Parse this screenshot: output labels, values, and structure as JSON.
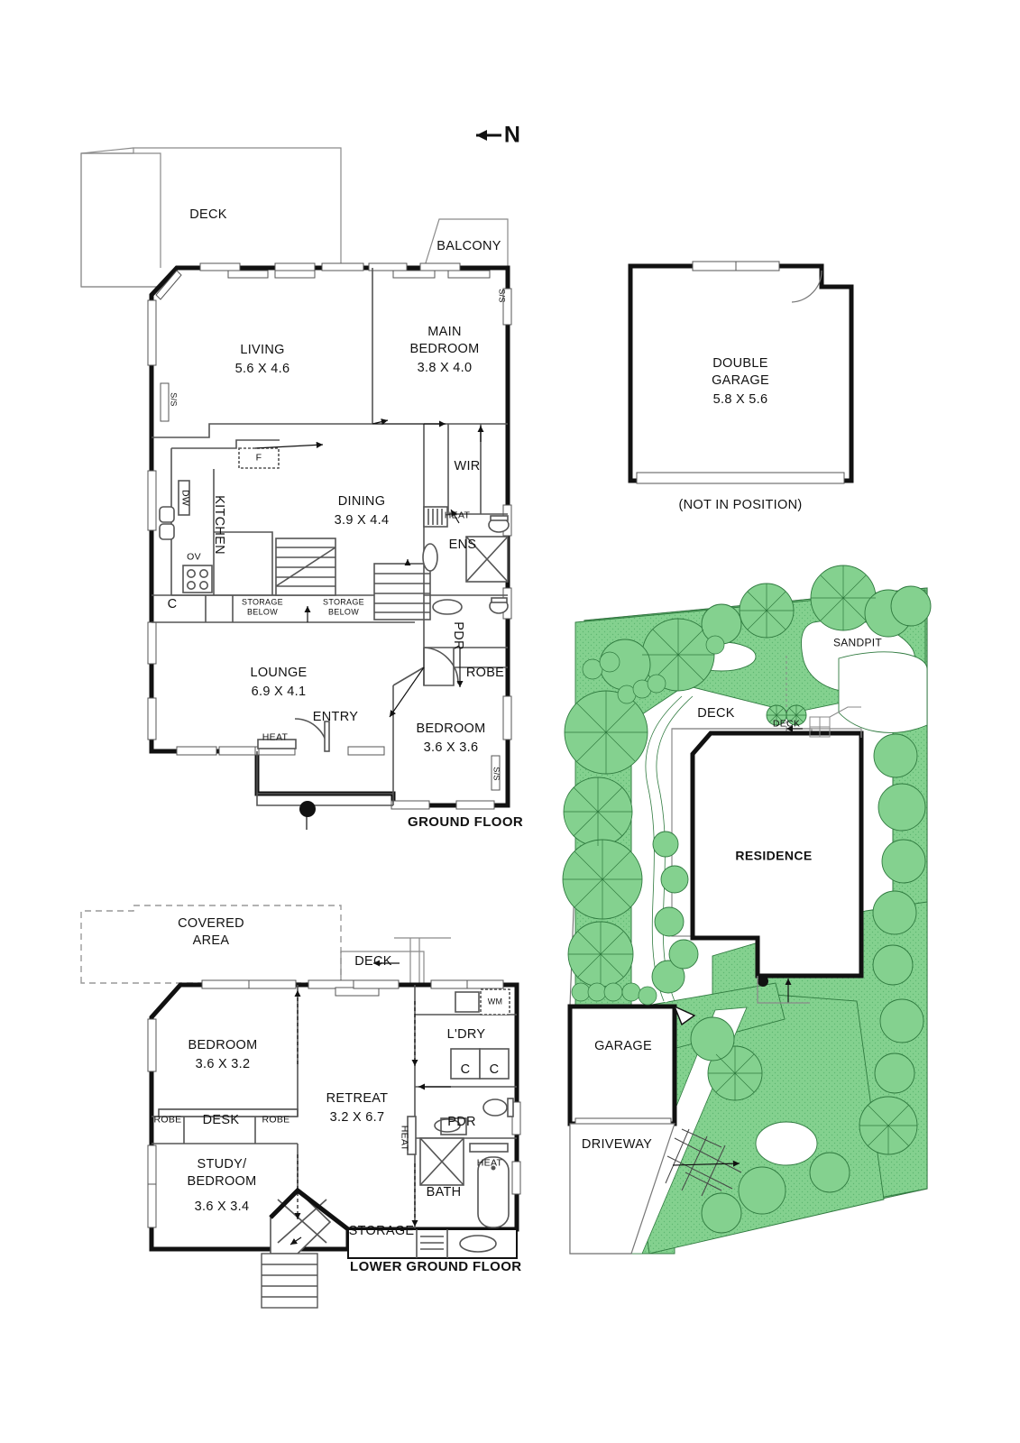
{
  "plan": {
    "north_label": "N",
    "ground_floor": {
      "title": "GROUND FLOOR",
      "rooms": [
        {
          "name": "DECK",
          "dims": ""
        },
        {
          "name": "BALCONY",
          "dims": ""
        },
        {
          "name": "LIVING",
          "dims": "5.6 X 4.6"
        },
        {
          "name": "MAIN\nBEDROOM",
          "dims": "3.8 X 4.0"
        },
        {
          "name": "WIR",
          "dims": ""
        },
        {
          "name": "KITCHEN",
          "dims": ""
        },
        {
          "name": "DINING",
          "dims": "3.9 X 4.4"
        },
        {
          "name": "ENS",
          "dims": ""
        },
        {
          "name": "PDR",
          "dims": ""
        },
        {
          "name": "ROBE",
          "dims": ""
        },
        {
          "name": "LOUNGE",
          "dims": "6.9 X 4.1"
        },
        {
          "name": "ENTRY",
          "dims": ""
        },
        {
          "name": "BEDROOM",
          "dims": "3.6 X 3.6"
        }
      ],
      "annotations": {
        "deck": "DECK",
        "balcony": "BALCONY",
        "living": "LIVING",
        "living_dims": "5.6 X 4.6",
        "main_bedroom": "MAIN\nBEDROOM",
        "main_bedroom_dims": "3.8 X 4.0",
        "wir": "WIR",
        "kitchen": "KITCHEN",
        "dining": "DINING",
        "dining_dims": "3.9 X 4.4",
        "ens": "ENS",
        "pdr": "PDR",
        "robe": "ROBE",
        "lounge": "LOUNGE",
        "lounge_dims": "6.9 X 4.1",
        "entry": "ENTRY",
        "bedroom": "BEDROOM",
        "bedroom_dims": "3.6 X 3.6",
        "fridge": "F",
        "dishwasher": "DW",
        "oven": "OV",
        "cupboard": "C",
        "storage_below_1": "STORAGE\nBELOW",
        "storage_below_2": "STORAGE\nBELOW",
        "heat_1": "HEAT",
        "heat_2": "HEAT",
        "ss_1": "S/S",
        "ss_2": "S/S",
        "ss_3": "S/S"
      }
    },
    "garage_block": {
      "title": "DOUBLE\nGARAGE",
      "dims": "5.8 X 5.6",
      "note": "(NOT IN POSITION)"
    },
    "lower_ground_floor": {
      "title": "LOWER GROUND FLOOR",
      "annotations": {
        "covered_area": "COVERED\nAREA",
        "deck": "DECK",
        "bedroom": "BEDROOM",
        "bedroom_dims": "3.6 X 3.2",
        "robe_left": "ROBE",
        "desk": "DESK",
        "robe_right": "ROBE",
        "study_bedroom": "STUDY/\nBEDROOM",
        "study_bedroom_dims": "3.6 X 3.4",
        "retreat": "RETREAT",
        "retreat_dims": "3.2 X 6.7",
        "laundry": "L'DRY",
        "washing_machine": "WM",
        "cupboard_1": "C",
        "cupboard_2": "C",
        "pdr": "PDR",
        "bath": "BATH",
        "storage": "STORAGE",
        "heat_1": "HEAT",
        "heat_2": "HEAT"
      }
    },
    "site_plan": {
      "residence": "RESIDENCE",
      "deck_main": "DECK",
      "deck_small": "DECK",
      "sandpit": "SANDPIT",
      "garage": "GARAGE",
      "driveway": "DRIVEWAY"
    },
    "colors": {
      "garden_green": "#84d18f",
      "garden_outline": "#2f7a3f",
      "wall": "#1a1a1a",
      "thin_line": "#555555"
    }
  }
}
